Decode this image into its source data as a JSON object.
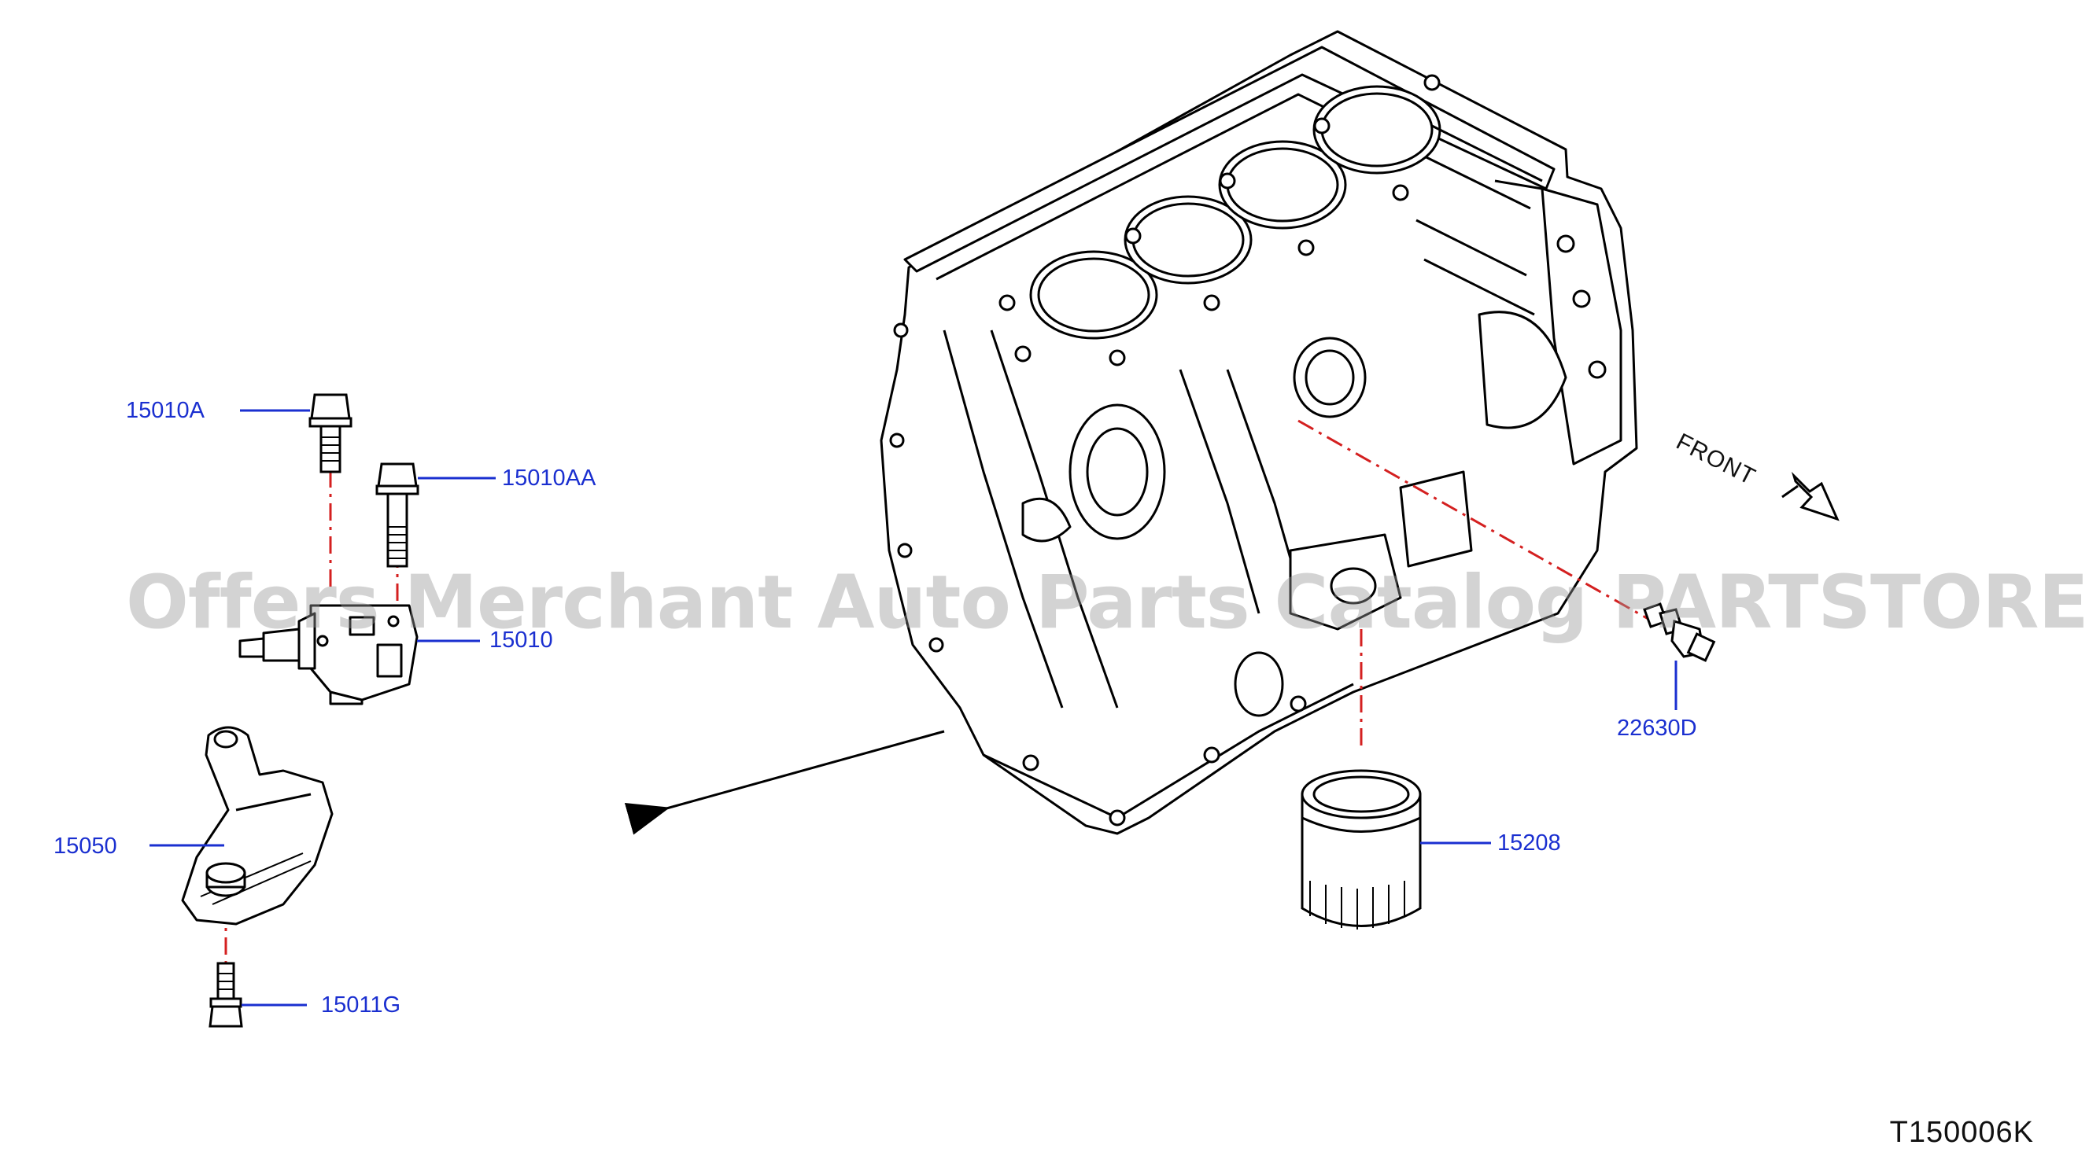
{
  "figure_code": "T150006K",
  "watermark": "Offers Merchant Auto Parts Catalog PARTSTORE.SA",
  "direction_label": "FRONT",
  "callouts": {
    "bolt_upper": "15010A",
    "bolt_long": "15010AA",
    "oil_pump": "15010",
    "strainer": "15050",
    "strainer_bolt": "15011G",
    "oil_filter": "15208",
    "sensor": "22630D"
  },
  "colors": {
    "callout_text": "#1a2fd0",
    "leader_line": "#1a2fd0",
    "center_line": "#d42020",
    "line_art": "#000000"
  }
}
